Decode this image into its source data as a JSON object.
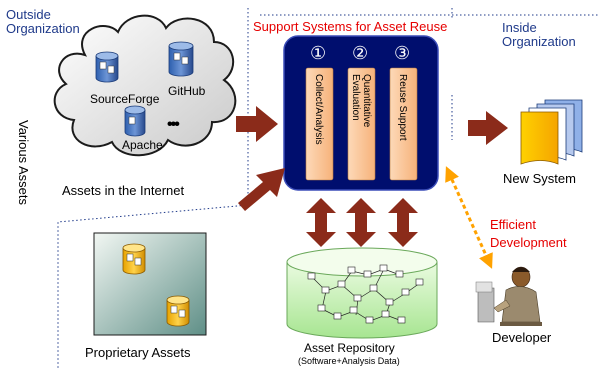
{
  "regions": {
    "outside_label": "Outside\nOrganization",
    "inside_label": "Inside\nOrganization",
    "various_assets": "Various Assets"
  },
  "internet": {
    "sites": [
      "SourceForge",
      "GitHub",
      "Apache"
    ],
    "more": "•••",
    "caption": "Assets in the Internet"
  },
  "proprietary": {
    "caption": "Proprietary Assets"
  },
  "support": {
    "title": "Support Systems for Asset Reuse",
    "pillars": [
      {
        "number": "①",
        "label": "Collect/Analysis"
      },
      {
        "number": "②",
        "label": "Quantitative\nEvaluation"
      },
      {
        "number": "③",
        "label": "Reuse Support"
      }
    ]
  },
  "new_system": {
    "caption": "New System"
  },
  "repository": {
    "caption": "Asset Repository",
    "subcaption": "(Software+Analysis Data)"
  },
  "developer": {
    "caption": "Developer"
  },
  "efficient": {
    "label": "Efficient\nDevelopment"
  },
  "colors": {
    "arrow": "#8b2b1a",
    "box": "#000e6e",
    "pillar": "#fbc99a",
    "title_red": "#e60000",
    "label_blue": "#1f3a8a",
    "dashed_orange": "#ffa200"
  }
}
